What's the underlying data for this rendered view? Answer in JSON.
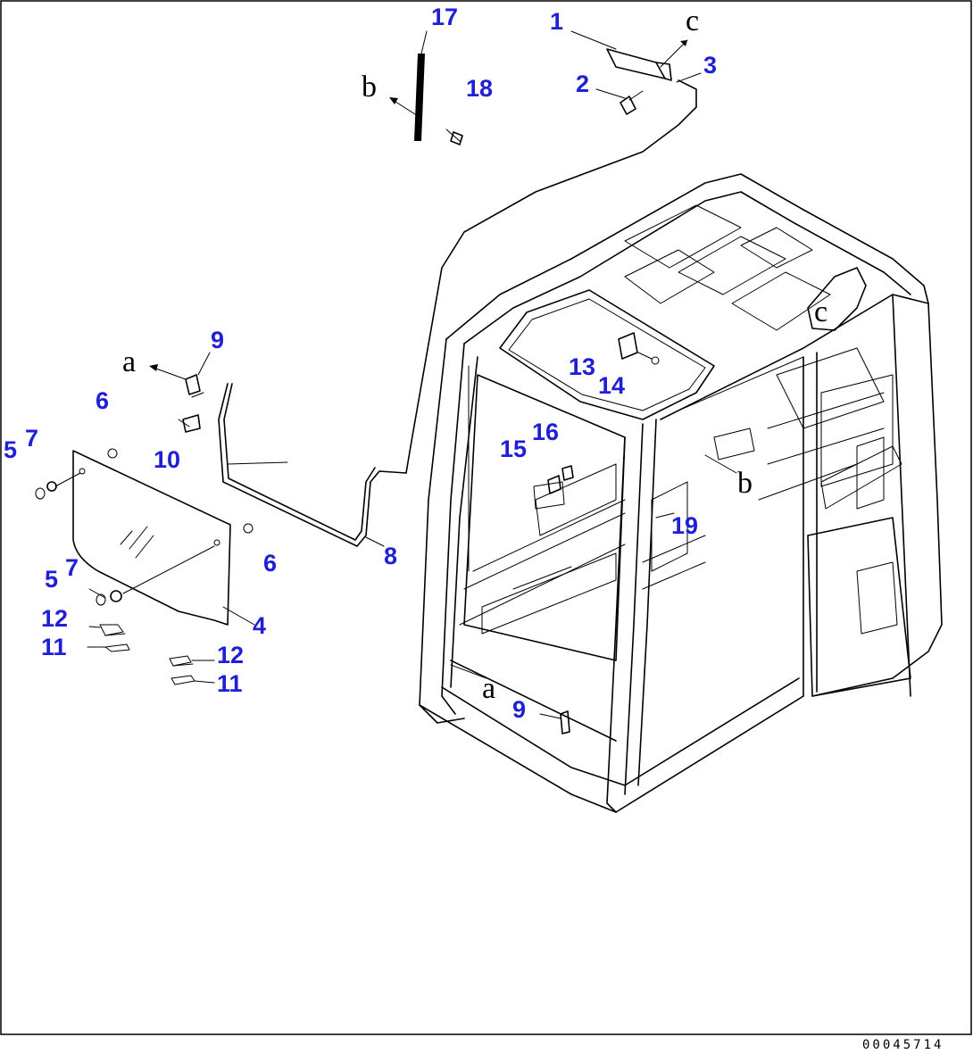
{
  "callouts": [
    {
      "id": "c17",
      "text": "17"
    },
    {
      "id": "c1",
      "text": "1"
    },
    {
      "id": "c3",
      "text": "3"
    },
    {
      "id": "c2",
      "text": "2"
    },
    {
      "id": "c18",
      "text": "18"
    },
    {
      "id": "c9a",
      "text": "9"
    },
    {
      "id": "c6a",
      "text": "6"
    },
    {
      "id": "c5a",
      "text": "5"
    },
    {
      "id": "c7a",
      "text": "7"
    },
    {
      "id": "c10",
      "text": "10"
    },
    {
      "id": "c13",
      "text": "13"
    },
    {
      "id": "c14",
      "text": "14"
    },
    {
      "id": "c15",
      "text": "15"
    },
    {
      "id": "c16",
      "text": "16"
    },
    {
      "id": "c19",
      "text": "19"
    },
    {
      "id": "c6b",
      "text": "6"
    },
    {
      "id": "c8",
      "text": "8"
    },
    {
      "id": "c7b",
      "text": "7"
    },
    {
      "id": "c5b",
      "text": "5"
    },
    {
      "id": "c4",
      "text": "4"
    },
    {
      "id": "c12a",
      "text": "12"
    },
    {
      "id": "c11a",
      "text": "11"
    },
    {
      "id": "c12b",
      "text": "12"
    },
    {
      "id": "c11b",
      "text": "11"
    },
    {
      "id": "c9b",
      "text": "9"
    }
  ],
  "view_letters": [
    {
      "id": "la1",
      "text": "a"
    },
    {
      "id": "la2",
      "text": "a"
    },
    {
      "id": "lb1",
      "text": "b"
    },
    {
      "id": "lb2",
      "text": "b"
    },
    {
      "id": "lc1",
      "text": "c"
    },
    {
      "id": "lc2",
      "text": "c"
    }
  ],
  "doc_number": "00045714",
  "colors": {
    "callout": "#1f1fd6",
    "line": "#000000"
  }
}
